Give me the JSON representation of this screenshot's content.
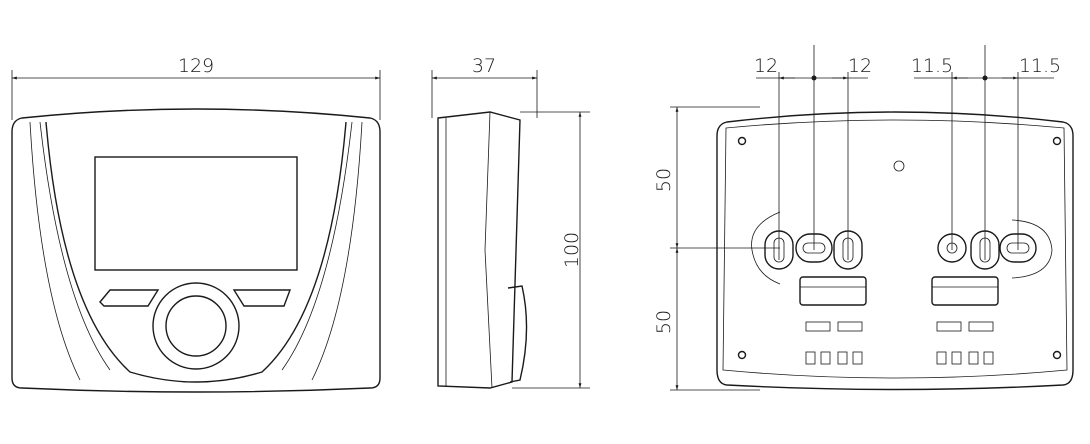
{
  "views": {
    "front": {
      "width_label": "129"
    },
    "side": {
      "depth_label": "37",
      "height_label": "100"
    },
    "back": {
      "upper_half_label": "50",
      "lower_half_label": "50",
      "left_spacing_left": "12",
      "left_spacing_right": "12",
      "right_spacing_left": "11.5",
      "right_spacing_right": "11.5"
    }
  }
}
